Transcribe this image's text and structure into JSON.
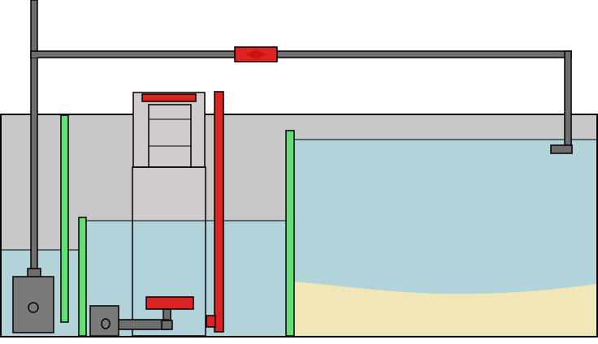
{
  "diagram": {
    "kind": "aquarium sump plumbing schematic",
    "labels": [],
    "colors": {
      "background": "#ffffff",
      "tank_air": "#c8c8c8",
      "water": "#b2d3da",
      "sand": "#f0e6b8",
      "pipe": "#6e6e6e",
      "pipe_dark": "#555555",
      "outline": "#000000",
      "green_baffle": "#66dd77",
      "red_part": "#dd2222",
      "skimmer_body": "#d0cccc",
      "pump_body": "#7a7a7a"
    },
    "components": [
      {
        "id": "tank",
        "name": "sump-tank"
      },
      {
        "id": "display-water",
        "name": "display-water"
      },
      {
        "id": "sand-bed",
        "name": "sand-bed"
      },
      {
        "id": "return-pump",
        "name": "return-pump"
      },
      {
        "id": "return-line",
        "name": "return-line"
      },
      {
        "id": "check-valve",
        "name": "check-valve"
      },
      {
        "id": "return-nozzle",
        "name": "return-nozzle"
      },
      {
        "id": "protein-skimmer",
        "name": "protein-skimmer"
      },
      {
        "id": "skimmer-pump",
        "name": "skimmer-pump"
      },
      {
        "id": "skimmer-outlet",
        "name": "skimmer-outlet"
      },
      {
        "id": "baffle-1",
        "name": "green-baffle"
      },
      {
        "id": "baffle-2",
        "name": "green-baffle"
      },
      {
        "id": "baffle-3",
        "name": "green-baffle"
      }
    ]
  }
}
